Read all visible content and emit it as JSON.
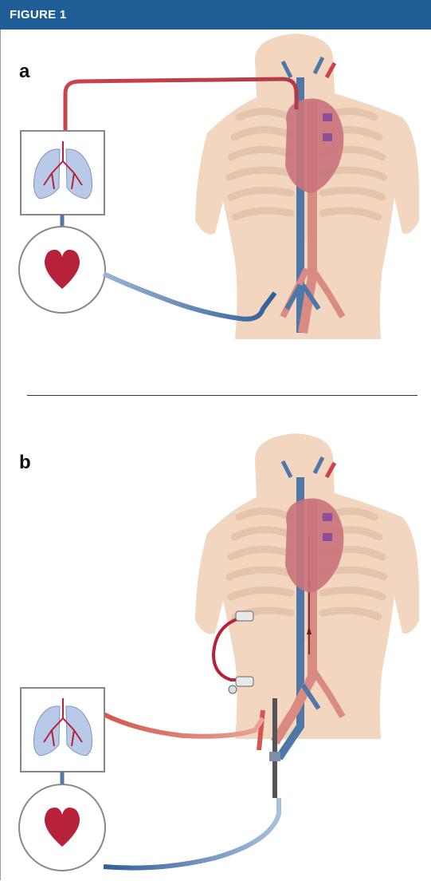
{
  "figure": {
    "title": "FIGURE 1",
    "header_color": "#1f5d96"
  },
  "panels": [
    {
      "label": "a",
      "description_icons": [
        "lungs-icon",
        "heart-icon",
        "torso-illustration"
      ]
    },
    {
      "label": "b",
      "description_icons": [
        "lungs-icon",
        "heart-icon",
        "torso-illustration",
        "cannula-circuit"
      ]
    }
  ],
  "colors": {
    "arterial": "#c9434c",
    "venous": "#4f78a8",
    "skin": "#f3d6bf",
    "lung": "#b9c9e8",
    "heart": "#b8213a"
  }
}
